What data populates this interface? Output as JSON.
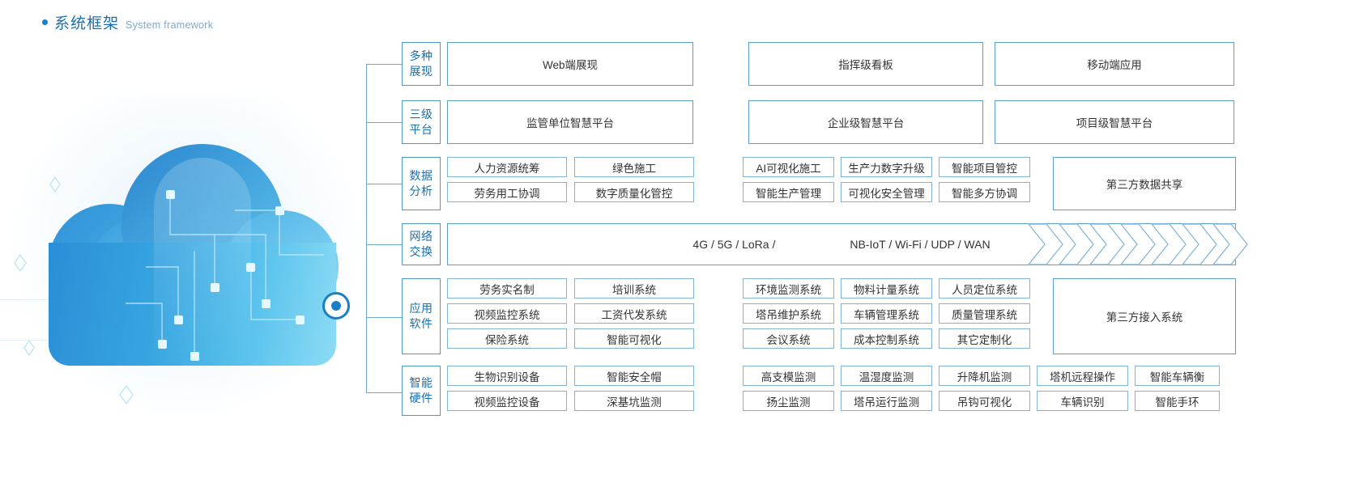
{
  "heading": {
    "bullet_color": "#1b7fc4",
    "title_zh": "系统框架",
    "title_en": "System framework"
  },
  "colors": {
    "accent": "#1b7fc4",
    "border": "#7fb3d8",
    "label_text": "#1b6fae",
    "body_text": "#333333"
  },
  "artwork": {
    "name": "cloud-illustration",
    "description": "blue 3D cloud with circuit nodes and a ring connector"
  },
  "rows": [
    {
      "id": "display",
      "label_line1": "多种",
      "label_line2": "展现",
      "cells": [
        [
          "Web端展现",
          "指挥级看板",
          "移动端应用"
        ]
      ]
    },
    {
      "id": "platform",
      "label_line1": "三级",
      "label_line2": "平台",
      "cells": [
        [
          "监管单位智慧平台",
          "企业级智慧平台",
          "项目级智慧平台"
        ]
      ]
    },
    {
      "id": "data",
      "label_line1": "数据",
      "label_line2": "分析",
      "cells": [
        [
          "人力资源统筹",
          "绿色施工",
          "AI可视化施工",
          "生产力数字升级",
          "智能项目管控"
        ],
        [
          "劳务用工协调",
          "数字质量化管控",
          "智能生产管理",
          "可视化安全管理",
          "智能多方协调"
        ]
      ],
      "side_box": "第三方数据共享"
    },
    {
      "id": "network",
      "label_line1": "网络",
      "label_line2": "交换",
      "text_left": "4G / 5G / LoRa /",
      "text_right": "NB-IoT / Wi-Fi / UDP / WAN",
      "arrow_count": 7
    },
    {
      "id": "app",
      "label_line1": "应用",
      "label_line2": "软件",
      "cells": [
        [
          "劳务实名制",
          "培训系统",
          "环境监测系统",
          "物料计量系统",
          "人员定位系统"
        ],
        [
          "视频监控系统",
          "工资代发系统",
          "塔吊维护系统",
          "车辆管理系统",
          "质量管理系统"
        ],
        [
          "保险系统",
          "智能可视化",
          "会议系统",
          "成本控制系统",
          "其它定制化"
        ]
      ],
      "side_box": "第三方接入系统"
    },
    {
      "id": "hardware",
      "label_line1": "智能",
      "label_line2": "硬件",
      "cells": [
        [
          "生物识别设备",
          "智能安全帽",
          "高支模监测",
          "温湿度监测",
          "升降机监测",
          "塔机远程操作",
          "智能车辆衡"
        ],
        [
          "视频监控设备",
          "深基坑监测",
          "扬尘监测",
          "塔吊运行监测",
          "吊钩可视化",
          "车辆识别",
          "智能手环"
        ]
      ]
    }
  ]
}
